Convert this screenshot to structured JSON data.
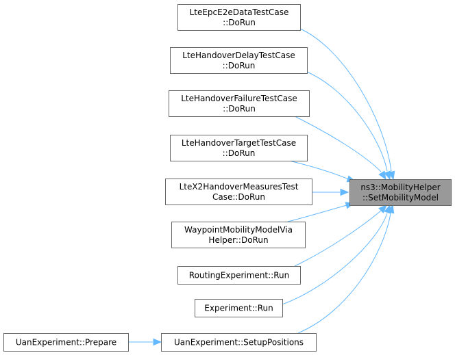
{
  "colors": {
    "edge": "#63b8ff",
    "node_border": "#666666",
    "node_fill": "#ffffff",
    "target_fill": "#999999",
    "text": "#000000"
  },
  "nodes": [
    {
      "id": "lte-epc-e2e-data",
      "lines": [
        "LteEpcE2eDataTestCase",
        "::DoRun"
      ]
    },
    {
      "id": "lte-handover-delay",
      "lines": [
        "LteHandoverDelayTestCase",
        "::DoRun"
      ]
    },
    {
      "id": "lte-handover-failure",
      "lines": [
        "LteHandoverFailureTestCase",
        "::DoRun"
      ]
    },
    {
      "id": "lte-handover-target",
      "lines": [
        "LteHandoverTargetTestCase",
        "::DoRun"
      ]
    },
    {
      "id": "lte-x2-handover-measures",
      "lines": [
        "LteX2HandoverMeasuresTest",
        "Case::DoRun"
      ]
    },
    {
      "id": "waypoint-mobility-model-via-helper",
      "lines": [
        "WaypointMobilityModelVia",
        "Helper::DoRun"
      ]
    },
    {
      "id": "routing-experiment-run",
      "lines": [
        "RoutingExperiment::Run"
      ]
    },
    {
      "id": "experiment-run",
      "lines": [
        "Experiment::Run"
      ]
    },
    {
      "id": "uan-experiment-setup-positions",
      "lines": [
        "UanExperiment::SetupPositions"
      ]
    },
    {
      "id": "uan-experiment-prepare",
      "lines": [
        "UanExperiment::Prepare"
      ]
    },
    {
      "id": "mobility-helper-set-mobility-model",
      "lines": [
        "ns3::MobilityHelper",
        "::SetMobilityModel"
      ]
    }
  ],
  "edges": [
    {
      "from": "lte-epc-e2e-data",
      "to": "mobility-helper-set-mobility-model"
    },
    {
      "from": "lte-handover-delay",
      "to": "mobility-helper-set-mobility-model"
    },
    {
      "from": "lte-handover-failure",
      "to": "mobility-helper-set-mobility-model"
    },
    {
      "from": "lte-handover-target",
      "to": "mobility-helper-set-mobility-model"
    },
    {
      "from": "lte-x2-handover-measures",
      "to": "mobility-helper-set-mobility-model"
    },
    {
      "from": "waypoint-mobility-model-via-helper",
      "to": "mobility-helper-set-mobility-model"
    },
    {
      "from": "routing-experiment-run",
      "to": "mobility-helper-set-mobility-model"
    },
    {
      "from": "experiment-run",
      "to": "mobility-helper-set-mobility-model"
    },
    {
      "from": "uan-experiment-setup-positions",
      "to": "mobility-helper-set-mobility-model"
    },
    {
      "from": "uan-experiment-prepare",
      "to": "uan-experiment-setup-positions"
    }
  ]
}
